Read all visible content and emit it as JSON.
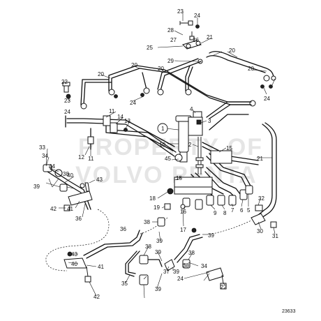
{
  "diagram": {
    "callouts": [
      {
        "id": "c23a",
        "label": "23"
      },
      {
        "id": "c24a",
        "label": "24"
      },
      {
        "id": "c28",
        "label": "28"
      },
      {
        "id": "c21a",
        "label": "21"
      },
      {
        "id": "c27",
        "label": "27"
      },
      {
        "id": "c26",
        "label": "26"
      },
      {
        "id": "c25",
        "label": "25"
      },
      {
        "id": "c20a",
        "label": "20"
      },
      {
        "id": "c29",
        "label": "29"
      },
      {
        "id": "c20b",
        "label": "20"
      },
      {
        "id": "c20c",
        "label": "20"
      },
      {
        "id": "c20d",
        "label": "20"
      },
      {
        "id": "c20e",
        "label": "20"
      },
      {
        "id": "c22a",
        "label": "22"
      },
      {
        "id": "c23b",
        "label": "23"
      },
      {
        "id": "c24b",
        "label": "24"
      },
      {
        "id": "c24c",
        "label": "24"
      },
      {
        "id": "c24d",
        "label": "24"
      },
      {
        "id": "c1",
        "label": "1"
      },
      {
        "id": "c4",
        "label": "4"
      },
      {
        "id": "c3",
        "label": "3"
      },
      {
        "id": "c11a",
        "label": "11"
      },
      {
        "id": "c14",
        "label": "14"
      },
      {
        "id": "c13",
        "label": "13"
      },
      {
        "id": "c10",
        "label": "10"
      },
      {
        "id": "c2",
        "label": "2"
      },
      {
        "id": "c12",
        "label": "12"
      },
      {
        "id": "c11b",
        "label": "11"
      },
      {
        "id": "c33",
        "label": "33"
      },
      {
        "id": "c34a",
        "label": "34"
      },
      {
        "id": "c44",
        "label": "44"
      },
      {
        "id": "c45",
        "label": "45"
      },
      {
        "id": "c15a",
        "label": "15"
      },
      {
        "id": "c15b",
        "label": "15"
      },
      {
        "id": "c21b",
        "label": "21"
      },
      {
        "id": "c39a",
        "label": "39"
      },
      {
        "id": "c38a",
        "label": "38"
      },
      {
        "id": "c40a",
        "label": "40"
      },
      {
        "id": "c43a",
        "label": "43"
      },
      {
        "id": "c42a",
        "label": "42"
      },
      {
        "id": "c41a",
        "label": "41"
      },
      {
        "id": "c36a",
        "label": "36"
      },
      {
        "id": "c18",
        "label": "18"
      },
      {
        "id": "c19",
        "label": "19"
      },
      {
        "id": "c16",
        "label": "16"
      },
      {
        "id": "c9",
        "label": "9"
      },
      {
        "id": "c8",
        "label": "8"
      },
      {
        "id": "c7",
        "label": "7"
      },
      {
        "id": "c6",
        "label": "6"
      },
      {
        "id": "c5",
        "label": "5"
      },
      {
        "id": "c32",
        "label": "32"
      },
      {
        "id": "c30",
        "label": "30"
      },
      {
        "id": "c31",
        "label": "31"
      },
      {
        "id": "c38b",
        "label": "38"
      },
      {
        "id": "c17",
        "label": "17"
      },
      {
        "id": "c39b",
        "label": "39"
      },
      {
        "id": "c39c",
        "label": "39"
      },
      {
        "id": "c36b",
        "label": "36"
      },
      {
        "id": "c43b",
        "label": "43"
      },
      {
        "id": "c40b",
        "label": "40"
      },
      {
        "id": "c41b",
        "label": "41"
      },
      {
        "id": "c42b",
        "label": "42"
      },
      {
        "id": "c35",
        "label": "35"
      },
      {
        "id": "c38c",
        "label": "38"
      },
      {
        "id": "c39d",
        "label": "39"
      },
      {
        "id": "c37",
        "label": "37"
      },
      {
        "id": "c39e",
        "label": "39"
      },
      {
        "id": "c38d",
        "label": "38"
      },
      {
        "id": "c38e",
        "label": "38"
      },
      {
        "id": "c39f",
        "label": "39"
      },
      {
        "id": "c34b",
        "label": "34"
      },
      {
        "id": "c24e",
        "label": "24"
      },
      {
        "id": "c22b",
        "label": "22"
      }
    ],
    "watermark": [
      "PROPERTY OF",
      "VOLVO PENTA"
    ],
    "drawing_number": "23633"
  }
}
